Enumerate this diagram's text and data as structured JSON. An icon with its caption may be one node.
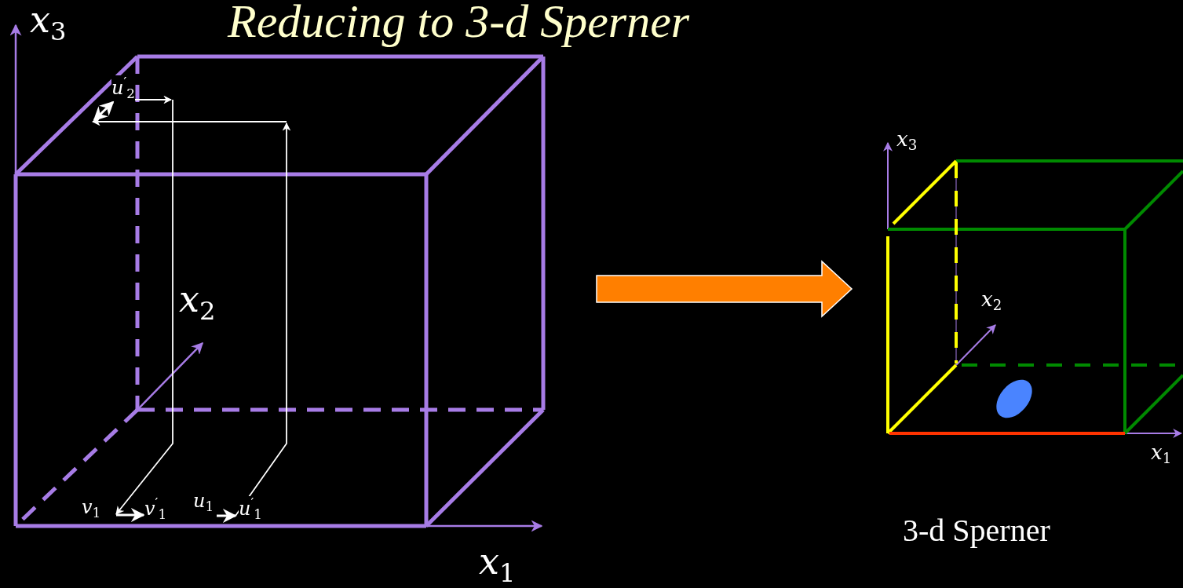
{
  "diagram": {
    "title": "Reducing to 3-d Sperner",
    "nodes": [
      {
        "text": [],
        "shape": "picture"
      },
      {
        "text": [],
        "shape": "picture",
        "beside": [
          "3-d Sperner"
        ]
      }
    ],
    "edges": [
      {
        "from": 0,
        "to": 1,
        "arrow": "to",
        "style": "thick"
      }
    ],
    "labels": [
      "*x*$_{3}$",
      "*u*$^{′}$$_{2}$",
      "*x*$_{2}$",
      "*v*$_{1}$",
      "*v*$^{′}$$_{1}$",
      "*u*$_{1}$",
      "*u*$^{′}$$_{1}$",
      "*x*$_{1}$",
      "*x*$_{3}$",
      "*x*$_{2}$",
      "*x*$_{1}$"
    ]
  }
}
